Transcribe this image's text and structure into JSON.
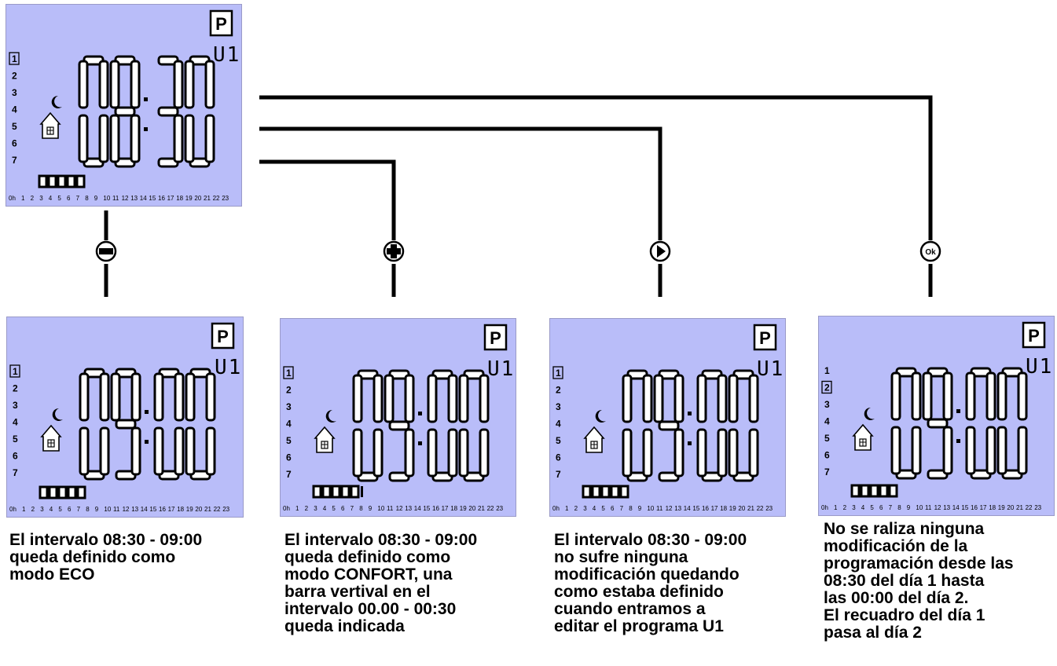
{
  "top_display": {
    "program_mark": "P",
    "program_name": "U1",
    "time": "08:30",
    "days": [
      "1",
      "2",
      "3",
      "4",
      "5",
      "6",
      "7"
    ],
    "selected_day": "1",
    "hours_label": "0h",
    "hours": [
      "1",
      "2",
      "3",
      "4",
      "5",
      "6",
      "7",
      "8",
      "9",
      "10",
      "11",
      "12",
      "13",
      "14",
      "15",
      "16",
      "17",
      "18",
      "19",
      "20",
      "21",
      "22",
      "23"
    ],
    "bar_count": 5,
    "extra_thin_bar": false
  },
  "panels": [
    {
      "button": "minus",
      "button_label": "",
      "display": {
        "program_mark": "P",
        "program_name": "U1",
        "time": "09:00",
        "selected_day": "1",
        "bar_count": 5,
        "extra_thin_bar": false
      },
      "caption": "El intervalo 08:30 - 09:00\nqueda definido como\nmodo ECO"
    },
    {
      "button": "plus",
      "button_label": "",
      "display": {
        "program_mark": "P",
        "program_name": "U1",
        "time": "09:00",
        "selected_day": "1",
        "bar_count": 5,
        "extra_thin_bar": true
      },
      "caption": "El intervalo 08:30 - 09:00\nqueda definido como\nmodo CONFORT, una\nbarra vertival en el\nintervalo 00.00 - 00:30\nqueda indicada"
    },
    {
      "button": "next",
      "button_label": "",
      "display": {
        "program_mark": "P",
        "program_name": "U1",
        "time": "09:00",
        "selected_day": "1",
        "bar_count": 5,
        "extra_thin_bar": false
      },
      "caption": "El intervalo 08:30 - 09:00\nno sufre ninguna\nmodificación quedando\ncomo estaba definido\ncuando entramos a\neditar el programa U1"
    },
    {
      "button": "ok",
      "button_label": "Ok",
      "display": {
        "program_mark": "P",
        "program_name": "U1",
        "time": "09:00",
        "selected_day": "2",
        "bar_count": 5,
        "extra_thin_bar": false
      },
      "caption": "No se raliza ninguna\nmodificación de la\nprogramación desde las\n08:30 del día 1 hasta\nlas 00:00 del día 2.\nEl recuadro del día 1\npasa al día 2"
    }
  ]
}
